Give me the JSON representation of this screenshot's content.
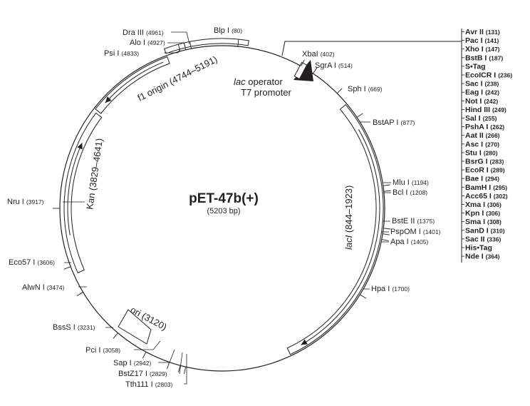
{
  "plasmid": {
    "name": "pET-47b(+)",
    "size_label": "(5203 bp)"
  },
  "sites": [
    {
      "name": "Blp I",
      "pos": "(80)"
    },
    {
      "name": "Dra III",
      "pos": "(4961)"
    },
    {
      "name": "Alo I",
      "pos": "(4927)"
    },
    {
      "name": "Psi I",
      "pos": "(4833)"
    },
    {
      "name": "XbaI",
      "pos": "(402)"
    },
    {
      "name": "SgrA I",
      "pos": "(514)"
    },
    {
      "name": "Sph I",
      "pos": "(669)"
    },
    {
      "name": "BstAP I",
      "pos": "(877)"
    },
    {
      "name": "Mlu I",
      "pos": "(1194)"
    },
    {
      "name": "Bcl I",
      "pos": "(1208)"
    },
    {
      "name": "BstE II",
      "pos": "(1375)"
    },
    {
      "name": "PspOM I",
      "pos": "(1401)"
    },
    {
      "name": "Apa I",
      "pos": "(1405)"
    },
    {
      "name": "Hpa I",
      "pos": "(1700)"
    },
    {
      "name": "Nru I",
      "pos": "(3917)"
    },
    {
      "name": "Eco57 I",
      "pos": "(3606)"
    },
    {
      "name": "AlwN I",
      "pos": "(3474)"
    },
    {
      "name": "BssS I",
      "pos": "(3231)"
    },
    {
      "name": "Pci I",
      "pos": "(3058)"
    },
    {
      "name": "Sap I",
      "pos": "(2942)"
    },
    {
      "name": "BstZ17 I",
      "pos": "(2829)"
    },
    {
      "name": "Tth111 I",
      "pos": "(2803)"
    }
  ],
  "features": {
    "f1_origin": "f1 origin (4744–5191)",
    "kan": "Kan (3829–4641)",
    "laci_italic": "lacI",
    "laci_range": " (844–1923)",
    "ori": "ori (3120)",
    "lac_operator_italic": "lac",
    "lac_operator_rest": " operator",
    "t7_promoter": "T7 promoter"
  },
  "mcs": [
    {
      "name": "Avr II",
      "pos": "(131)"
    },
    {
      "name": "Pac I",
      "pos": "(141)"
    },
    {
      "name": "Xho I",
      "pos": "(147)"
    },
    {
      "name": "BstB I",
      "pos": "(187)"
    },
    {
      "name": "S•Tag",
      "pos": ""
    },
    {
      "name": "EcoICR I",
      "pos": "(236)"
    },
    {
      "name": "Sac I",
      "pos": "(238)"
    },
    {
      "name": "Eag I",
      "pos": "(242)"
    },
    {
      "name": "Not I",
      "pos": "(242)"
    },
    {
      "name": "Hind III",
      "pos": "(249)"
    },
    {
      "name": "Sal I",
      "pos": "(255)"
    },
    {
      "name": "PshA I",
      "pos": "(262)"
    },
    {
      "name": "Aat II",
      "pos": "(266)"
    },
    {
      "name": "Asc I",
      "pos": "(270)"
    },
    {
      "name": "Stu I",
      "pos": "(280)"
    },
    {
      "name": "BsrG I",
      "pos": "(283)"
    },
    {
      "name": "EcoR I",
      "pos": "(289)"
    },
    {
      "name": "Bae I",
      "pos": "(294)"
    },
    {
      "name": "BamH I",
      "pos": "(295)"
    },
    {
      "name": "Acc65 I",
      "pos": "(302)"
    },
    {
      "name": "Xma I",
      "pos": "(306)"
    },
    {
      "name": "Kpn I",
      "pos": "(306)"
    },
    {
      "name": "Sma I",
      "pos": "(308)"
    },
    {
      "name": "SanD I",
      "pos": "(310)"
    },
    {
      "name": "Sac II",
      "pos": "(336)"
    },
    {
      "name": "His•Tag",
      "pos": ""
    },
    {
      "name": "Nde I",
      "pos": "(364)"
    }
  ]
}
